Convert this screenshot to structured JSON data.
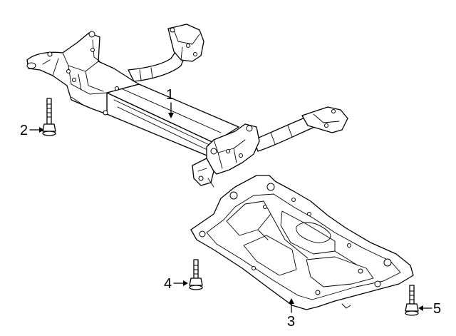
{
  "diagram": {
    "callouts": [
      {
        "id": "1",
        "label": "1",
        "part": "crossmember"
      },
      {
        "id": "2",
        "label": "2",
        "part": "bolt"
      },
      {
        "id": "3",
        "label": "3",
        "part": "lower-splash-shield"
      },
      {
        "id": "4",
        "label": "4",
        "part": "bolt"
      },
      {
        "id": "5",
        "label": "5",
        "part": "bolt"
      }
    ],
    "line_color": "#000000",
    "background": "#ffffff"
  }
}
